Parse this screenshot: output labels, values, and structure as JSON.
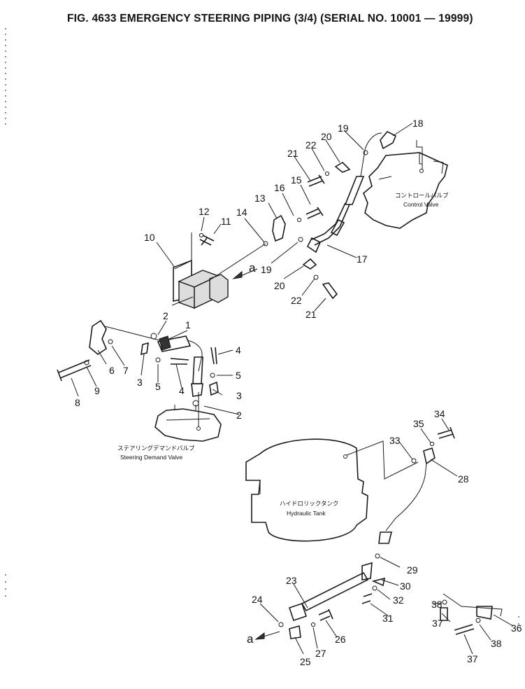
{
  "title": "FIG. 4633  EMERGENCY STEERING PIPING (3/4) (SERIAL NO. 10001 — 19999)",
  "component_labels": {
    "control_valve_jp": "コントロールバルブ",
    "control_valve_en": "Control Valve",
    "steering_valve_jp": "ステアリングデマンドバルブ",
    "steering_valve_en": "Steering Demand Valve",
    "tank_jp": "ハイドロリックタンク",
    "tank_en": "Hydraulic Tank"
  },
  "connection_marks": {
    "upper": "a",
    "lower": "a"
  },
  "callouts": {
    "c1": "1",
    "c2a": "2",
    "c2b": "2",
    "c3a": "3",
    "c3b": "3",
    "c4a": "4",
    "c4b": "4",
    "c5a": "5",
    "c5b": "5",
    "c6": "6",
    "c7": "7",
    "c8": "8",
    "c9": "9",
    "c10": "10",
    "c11": "11",
    "c12": "12",
    "c13": "13",
    "c14": "14",
    "c15": "15",
    "c16": "16",
    "c17": "17",
    "c18": "18",
    "c19a": "19",
    "c19b": "19",
    "c20a": "20",
    "c20b": "20",
    "c21a": "21",
    "c21b": "21",
    "c22a": "22",
    "c22b": "22",
    "c23": "23",
    "c24": "24",
    "c25": "25",
    "c26": "26",
    "c27": "27",
    "c28": "28",
    "c29": "29",
    "c30": "30",
    "c31": "31",
    "c32": "32",
    "c33": "33",
    "c34": "34",
    "c35": "35",
    "c36": "36",
    "c37a": "37",
    "c37b": "37",
    "c38a": "38",
    "c38b": "38"
  }
}
